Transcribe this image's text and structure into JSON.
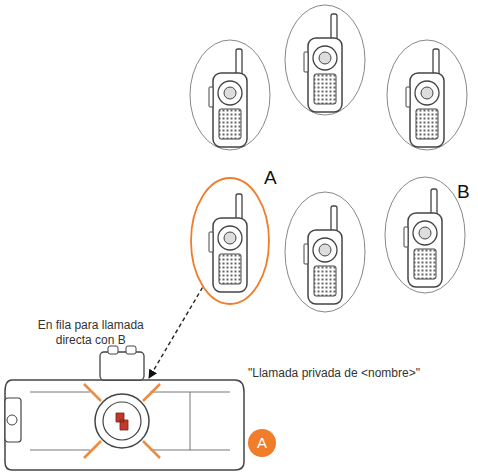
{
  "diagram": {
    "nodes": [
      {
        "text": [
          "A"
        ]
      },
      {
        "text": [
          "B"
        ]
      },
      {
        "text": [
          "\"Llamada privada de <nombre>\""
        ]
      }
    ],
    "edges": [
      {
        "from": 0,
        "to": 2,
        "arrow": "to",
        "label": "En fila para llamada directa con B"
      }
    ],
    "labels": [
      "A"
    ]
  }
}
